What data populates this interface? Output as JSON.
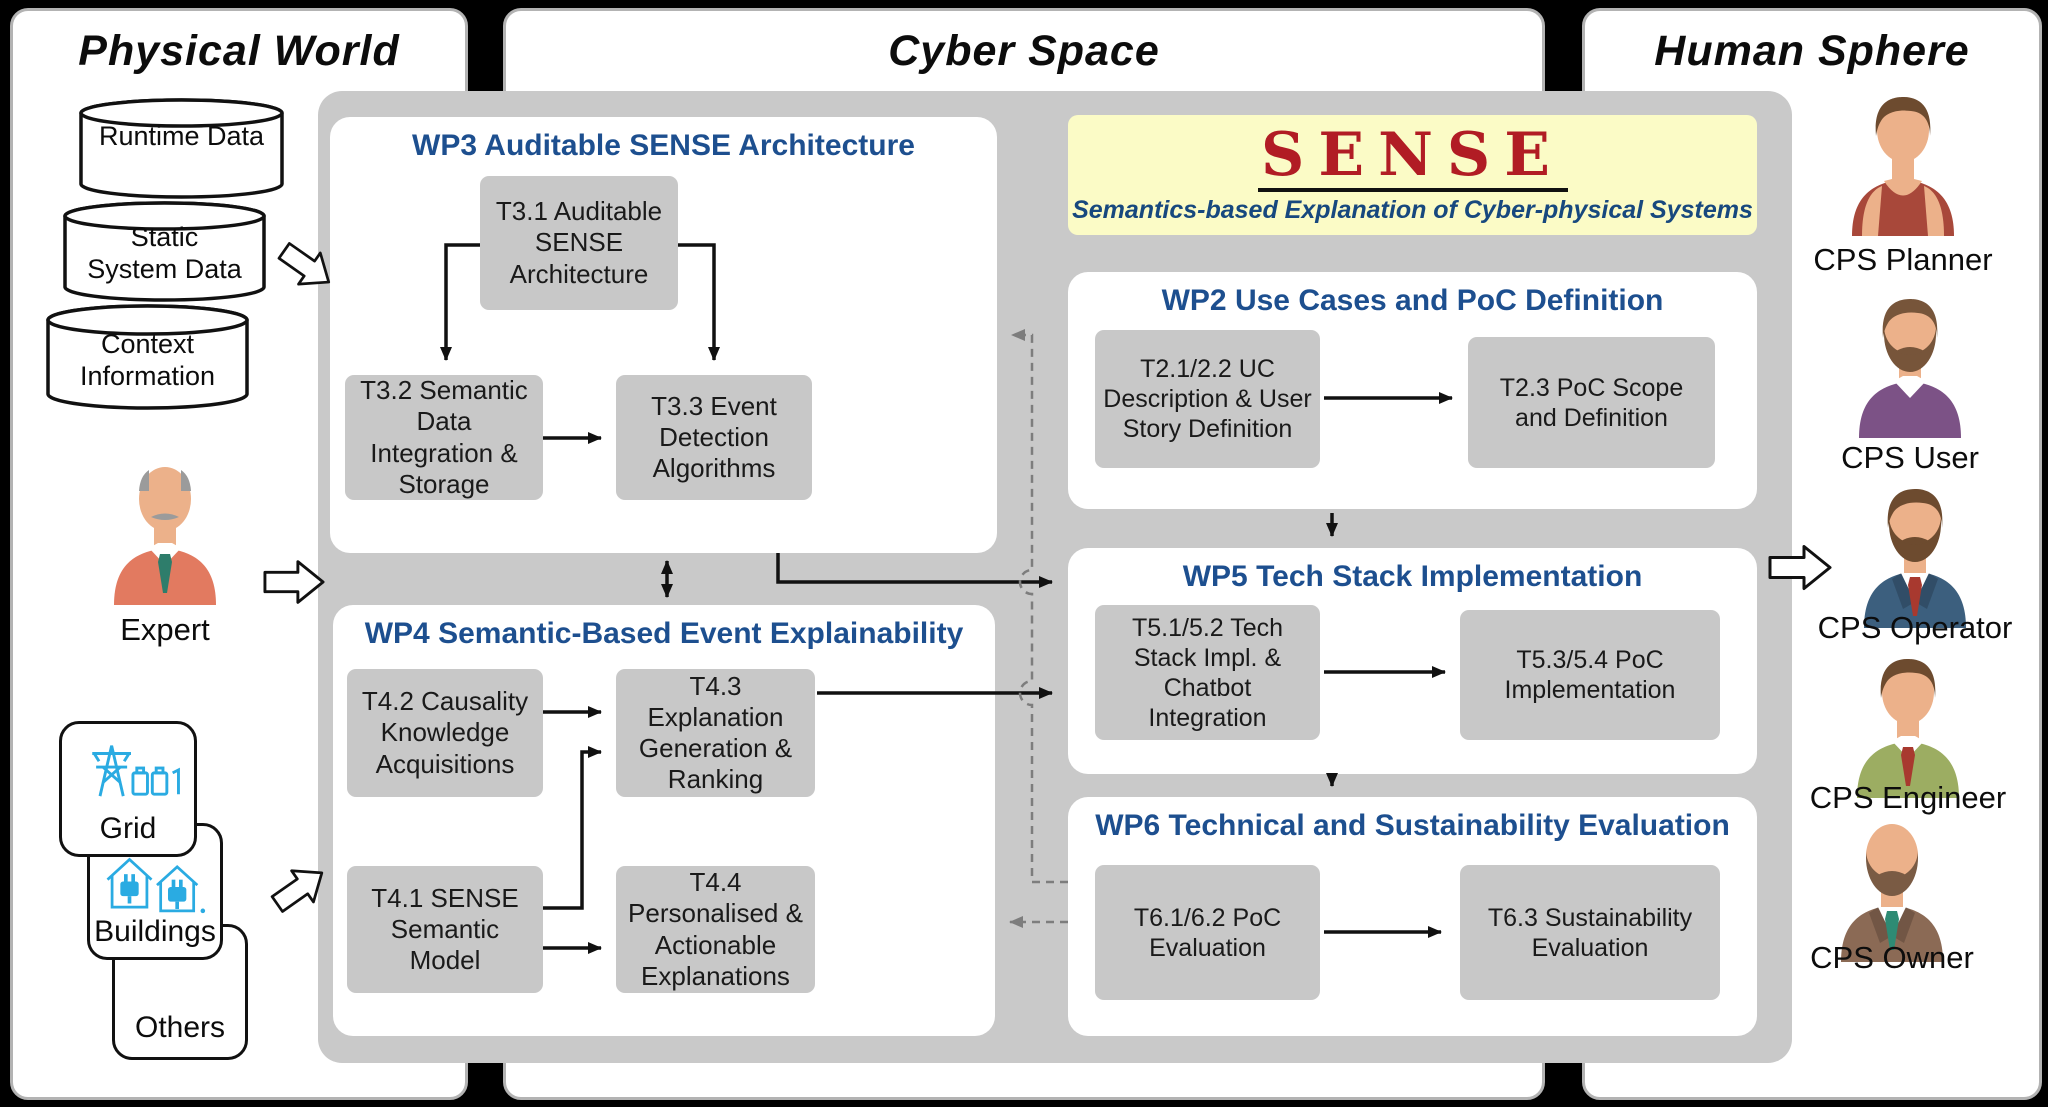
{
  "palette": {
    "background": "#000000",
    "panel_bg": "#ffffff",
    "container_gray": "#c9c9c9",
    "task_box_gray": "#c8c8c8",
    "wp_title_blue": "#1d4f8f",
    "sense_red": "#b11c24",
    "sense_subtitle_blue": "#17487e",
    "logo_bg_yellow": "#fbfbc6",
    "icon_cyan": "#2aabe2"
  },
  "physical_world": {
    "title": "Physical World",
    "datastores": [
      {
        "label": "Runtime Data"
      },
      {
        "label": "Static System Data"
      },
      {
        "label": "Context Information"
      }
    ],
    "expert": {
      "label": "Expert",
      "skin": "#ecb18a",
      "hair": "#9b9b9b",
      "top": "#e27a60",
      "tie": "#2e7d6b",
      "style": "collar-tie",
      "hairstyle": "balding",
      "mustache": true,
      "beard": false
    },
    "domains": [
      {
        "label": "Grid",
        "icon": "power-grid-icon"
      },
      {
        "label": "Buildings",
        "icon": "smart-buildings-icon"
      },
      {
        "label": "Others",
        "icon": ""
      }
    ]
  },
  "cyber_space": {
    "title": "Cyber Space",
    "logo": {
      "title": "SENSE",
      "subtitle": "Semantics-based Explanation of Cyber-physical Systems"
    },
    "wp3": {
      "title": "WP3 Auditable SENSE Architecture",
      "t31": "T3.1 Auditable SENSE Architecture",
      "t32": "T3.2 Semantic Data Integration & Storage",
      "t33": "T3.3 Event Detection Algorithms"
    },
    "wp4": {
      "title": "WP4 Semantic-Based Event Explainability",
      "t42": "T4.2 Causality Knowledge Acquisitions",
      "t43": "T4.3 Explanation Generation & Ranking",
      "t41": "T4.1 SENSE Semantic Model",
      "t44": "T4.4 Personalised & Actionable Explanations"
    },
    "wp2": {
      "title": "WP2 Use Cases and PoC Definition",
      "t21": "T2.1/2.2 UC Description & User Story Definition",
      "t23": "T2.3 PoC Scope and Definition"
    },
    "wp5": {
      "title": "WP5 Tech Stack Implementation",
      "t51": "T5.1/5.2 Tech Stack Impl. & Chatbot Integration",
      "t53": "T5.3/5.4 PoC Implementation"
    },
    "wp6": {
      "title": "WP6 Technical and Sustainability Evaluation",
      "t61": "T6.1/6.2 PoC Evaluation",
      "t63": "T6.3 Sustainability Evaluation"
    }
  },
  "human_sphere": {
    "title": "Human Sphere",
    "personas": [
      {
        "label": "CPS Planner",
        "skin": "#ecb18a",
        "hair": "#6d4b2f",
        "top": "#a8483a",
        "style": "scoop",
        "hairstyle": "full",
        "beard": false
      },
      {
        "label": "CPS User",
        "skin": "#ecb18a",
        "hair": "#77553a",
        "top": "#7c5286",
        "style": "collar",
        "hairstyle": "full",
        "beard": true
      },
      {
        "label": "CPS Operator",
        "skin": "#ecb18a",
        "hair": "#6d4b2f",
        "top": "#3c5f7e",
        "tie": "#a8392f",
        "style": "suit",
        "hairstyle": "full",
        "beard": true
      },
      {
        "label": "CPS Engineer",
        "skin": "#ecb18a",
        "hair": "#6d4b2f",
        "top": "#9cad62",
        "tie": "#a8392f",
        "style": "collar-tie",
        "hairstyle": "full",
        "beard": false
      },
      {
        "label": "CPS Owner",
        "skin": "#ecb18a",
        "hair": "#7a5b44",
        "top": "#8b6a55",
        "tie": "#2e8b74",
        "style": "suit",
        "hairstyle": "none",
        "beard": true
      }
    ]
  }
}
